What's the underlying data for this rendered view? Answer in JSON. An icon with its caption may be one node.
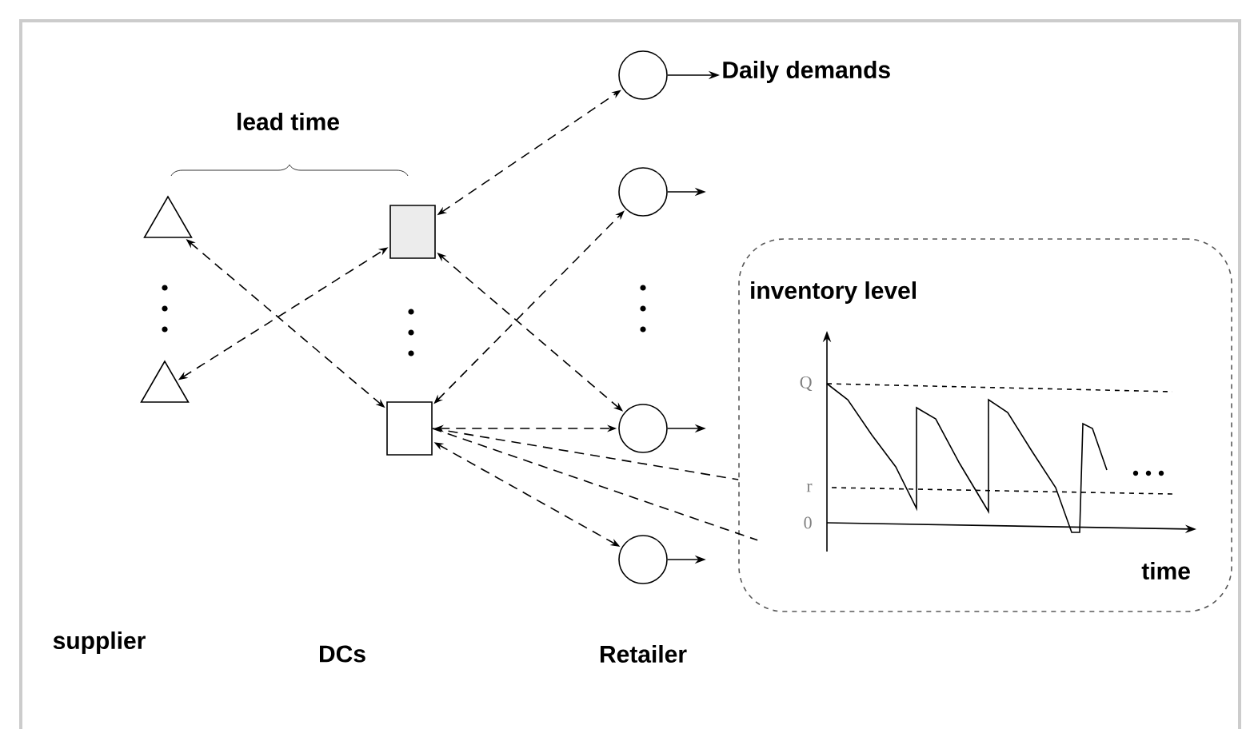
{
  "diagram": {
    "nodes": [
      {
        "text": [],
        "shape": "triangle"
      },
      {
        "text": [],
        "shape": "triangle"
      },
      {
        "text": [],
        "shape": "box"
      },
      {
        "text": [],
        "shape": "box"
      },
      {
        "text": [],
        "shape": "circle"
      },
      {
        "text": [],
        "shape": "circle"
      },
      {
        "text": [],
        "shape": "circle"
      },
      {
        "text": [],
        "shape": "circle"
      },
      {
        "text": [
          "inventory level",
          "time"
        ]
      },
      {
        "text": [
          "Daily demands"
        ]
      }
    ],
    "edges": [
      {
        "from": 0,
        "to": 3,
        "arrow": "both",
        "style": "dashed"
      },
      {
        "from": 1,
        "to": 2,
        "arrow": "both",
        "style": "dashed"
      },
      {
        "from": 2,
        "to": 4,
        "arrow": "both",
        "style": "dashed"
      },
      {
        "from": 2,
        "to": 6,
        "arrow": "both",
        "style": "dashed"
      },
      {
        "from": 3,
        "to": 5,
        "arrow": "both",
        "style": "dashed"
      },
      {
        "from": 3,
        "to": 6,
        "arrow": "both",
        "style": "dashed"
      },
      {
        "from": 3,
        "to": 7,
        "arrow": "both",
        "style": "dashed"
      },
      {
        "from": 4,
        "to": 9,
        "arrow": "to"
      },
      {
        "from": 5,
        "to": null,
        "arrow": "to"
      },
      {
        "from": 6,
        "to": null,
        "arrow": "to"
      },
      {
        "from": 7,
        "to": null,
        "arrow": "to"
      },
      {
        "from": 8,
        "to": 3,
        "arrow": "none",
        "style": "dashed"
      }
    ],
    "labels": [
      "lead time",
      "Q",
      "r",
      "0",
      "supplier",
      "DCs",
      "Retailer"
    ]
  }
}
